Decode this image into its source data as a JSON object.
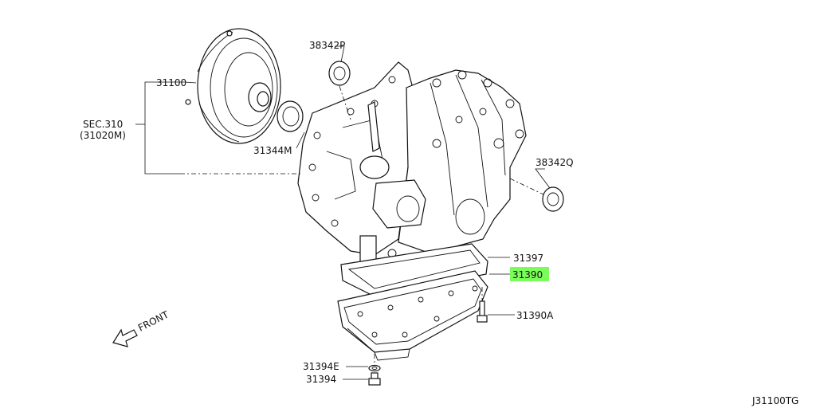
{
  "labels": {
    "l31100": "31100",
    "lsec": "SEC.310",
    "lsec2": "(31020M)",
    "l38342p": "38342P",
    "l31344m": "31344M",
    "l38342q": "38342Q",
    "l31397": "31397",
    "l31390": "31390",
    "l31390a": "31390A",
    "l31394e": "31394E",
    "l31394": "31394",
    "front": "FRONT",
    "code": "J31100TG"
  },
  "highlight_color": "#7CFC5A"
}
